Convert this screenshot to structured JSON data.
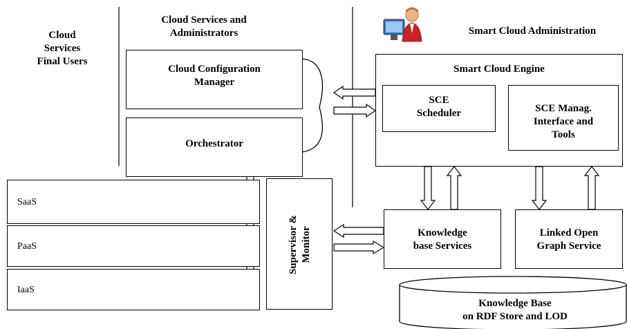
{
  "columns": {
    "final_users": "Cloud\nServices\nFinal Users",
    "services_admins": "Cloud Services and\nAdministrators",
    "smart_admin": "Smart Cloud Administration"
  },
  "boxes": {
    "config_manager": "Cloud Configuration\nManager",
    "orchestrator": "Orchestrator",
    "engine_title": "Smart Cloud Engine",
    "sce_scheduler": "SCE\nScheduler",
    "sce_manag": "SCE Manag.\nInterface and\nTools",
    "supervisor": "Supervisor &\nMonitor",
    "kb_services": "Knowledge\nbase Services",
    "linked_open": "Linked Open\nGraph Service",
    "kb_store": "Knowledge Base\non RDF Store and LOD"
  },
  "layers": [
    {
      "label": "SaaS",
      "icon": "spheres-strip-icon"
    },
    {
      "label": "PaaS",
      "icon": "triangles-strip-icon"
    },
    {
      "label": "IaaS",
      "icon": "servers-strip-icon"
    }
  ],
  "colors": {
    "line": "#000000",
    "strip_bg": "#c9c9c9",
    "shape_fill": "#9a9a9a",
    "admin_shirt": "#cc2222",
    "admin_skin": "#f0b080"
  }
}
